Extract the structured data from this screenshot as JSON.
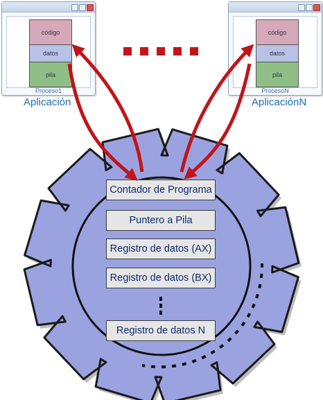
{
  "window1": {
    "segments": {
      "code": "código",
      "data": "datos",
      "stack": "pila"
    },
    "process_name": "Proceso1",
    "app_label": "Aplicación"
  },
  "windowN": {
    "segments": {
      "code": "código",
      "data": "datos",
      "stack": "pila"
    },
    "process_name": "ProcesoN",
    "app_label": "AplicaciónN"
  },
  "cpu": {
    "registers": [
      "Contador de Programa",
      "Puntero a Pila",
      "Registro de datos (AX)",
      "Registro de datos (BX)",
      "Registro de datos N"
    ]
  },
  "colors": {
    "gear_fill": "#9aa3e0",
    "gear_stroke": "#1a1a1a",
    "gear_shadow": "#bdbdbd",
    "arrow": "#c0151b",
    "label": "#1c6fb3"
  }
}
